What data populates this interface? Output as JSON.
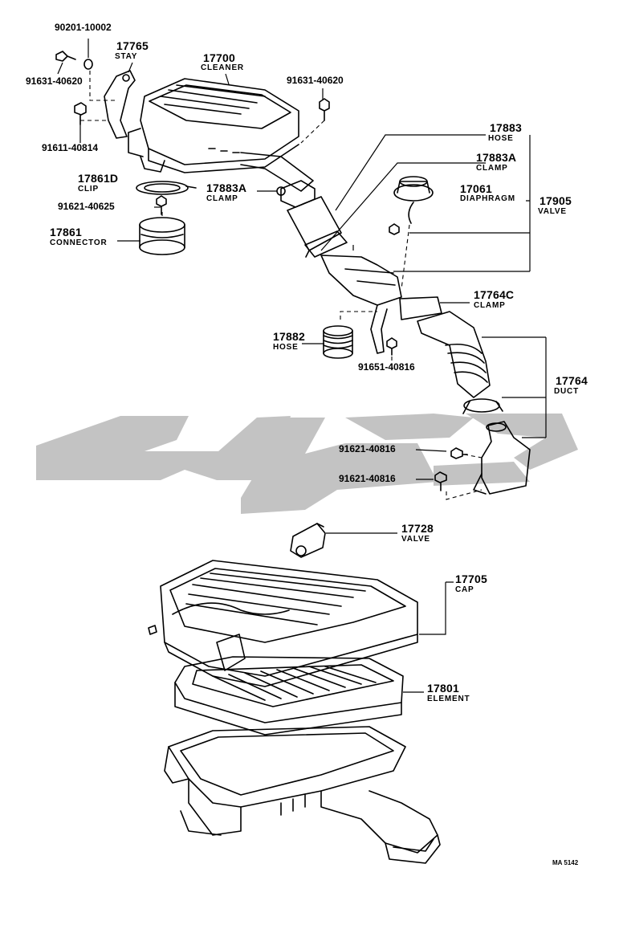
{
  "diagram_id": "MA 5142",
  "watermark": "آنی یدک",
  "parts": {
    "bolt_90201": "90201-10002",
    "stay_num": "17765",
    "stay_name": "STAY",
    "bolt_91631_left": "91631-40620",
    "bolt_91611": "91611-40814",
    "cleaner_num": "17700",
    "cleaner_name": "CLEANER",
    "bolt_91631_right": "91631-40620",
    "clip_num": "17861D",
    "clip_name": "CLIP",
    "bolt_91621_40625": "91621-40625",
    "connector_num": "17861",
    "connector_name": "CONNECTOR",
    "clamp_17883A_left_num": "17883A",
    "clamp_17883A_left_name": "CLAMP",
    "hose_17883_num": "17883",
    "hose_17883_name": "HOSE",
    "clamp_17883A_right_num": "17883A",
    "clamp_17883A_right_name": "CLAMP",
    "diaphragm_num": "17061",
    "diaphragm_name": "DIAPHRAGM",
    "valve_17905_num": "17905",
    "valve_17905_name": "VALVE",
    "clamp_17764C_num": "17764C",
    "clamp_17764C_name": "CLAMP",
    "hose_17882_num": "17882",
    "hose_17882_name": "HOSE",
    "bolt_91651": "91651-40816",
    "duct_num": "17764",
    "duct_name": "DUCT",
    "bolt_91621_a": "91621-40816",
    "bolt_91621_b": "91621-40816",
    "valve_17728_num": "17728",
    "valve_17728_name": "VALVE",
    "cap_num": "17705",
    "cap_name": "CAP",
    "element_num": "17801",
    "element_name": "ELEMENT"
  }
}
